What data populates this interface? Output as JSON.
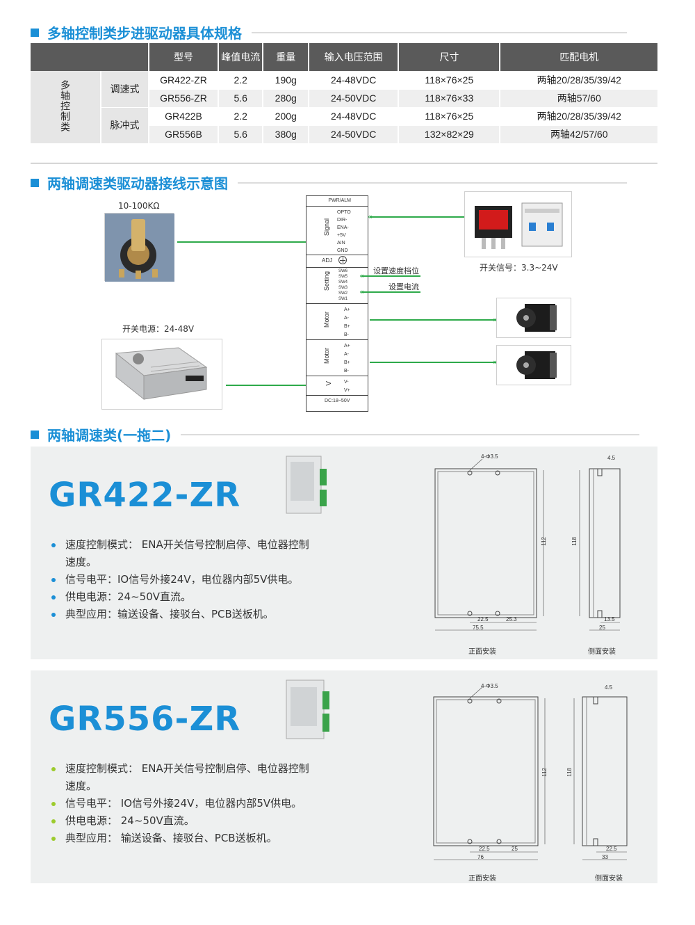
{
  "sections": {
    "spec_title": "多轴控制类步进驱动器具体规格",
    "wiring_title": "两轴调速类驱动器接线示意图",
    "product_title": "两轴调速类(一拖二)"
  },
  "spec_table": {
    "headers": [
      "型号",
      "峰值电流",
      "重量",
      "输入电压范围",
      "尺寸",
      "匹配电机"
    ],
    "category": "多轴控制类",
    "groups": [
      {
        "name": "调速式",
        "rows": [
          {
            "model": "GR422-ZR",
            "current": "2.2",
            "weight": "190g",
            "voltage": "24-48VDC",
            "size": "118×76×25",
            "motor": "两轴20/28/35/39/42"
          },
          {
            "model": "GR556-ZR",
            "current": "5.6",
            "weight": "280g",
            "voltage": "24-50VDC",
            "size": "118×76×33",
            "motor": "两轴57/60"
          }
        ]
      },
      {
        "name": "脉冲式",
        "rows": [
          {
            "model": "GR422B",
            "current": "2.2",
            "weight": "200g",
            "voltage": "24-48VDC",
            "size": "118×76×25",
            "motor": "两轴20/28/35/39/42"
          },
          {
            "model": "GR556B",
            "current": "5.6",
            "weight": "380g",
            "voltage": "24-50VDC",
            "size": "132×82×29",
            "motor": "两轴42/57/60"
          }
        ]
      }
    ]
  },
  "wiring": {
    "pot_label": "10-100KΩ",
    "psu_label": "开关电源：24-48V",
    "switch_label": "开关信号：3.3~24V",
    "speed_label": "设置速度档位",
    "current_label": "设置电流",
    "driver": {
      "top": "PWR/ALM",
      "signal_group": "Signal",
      "signal_pins": [
        "OPTO",
        "DIR-",
        "ENA-",
        "+5V",
        "AIN",
        "GND"
      ],
      "adj": "ADJ",
      "setting_group": "Setting",
      "setting_pins": [
        "SW6",
        "SW5",
        "SW4",
        "SW3",
        "SW2",
        "SW1"
      ],
      "motor_group": "Motor",
      "motor_pins": [
        "A+",
        "A-",
        "B+",
        "B-"
      ],
      "power_group": "V",
      "power_pins": [
        "V-",
        "V+"
      ],
      "bottom": "DC:18~50V"
    }
  },
  "products": [
    {
      "model": "GR422-ZR",
      "dot_color": "#1b8fd6",
      "features": [
        "速度控制模式： ENA开关信号控制启停、电位器控制速度。",
        "信号电平：IO信号外接24V，电位器内部5V供电。",
        "供电电源：24~50V直流。",
        "典型应用：输送设备、接驳台、PCB送板机。"
      ],
      "front_caption": "正面安装",
      "side_caption": "侧面安装",
      "dims": {
        "hole": "4-Φ3.5",
        "h1": "112",
        "h2": "118",
        "b1": "22.5",
        "b2": "25.3",
        "w": "75.5",
        "s1": "4.5",
        "s2": "13.5",
        "s3": "25"
      }
    },
    {
      "model": "GR556-ZR",
      "dot_color": "#9ccb2c",
      "features": [
        "速度控制模式： ENA开关信号控制启停、电位器控制速度。",
        "信号电平： IO信号外接24V，电位器内部5V供电。",
        "供电电源： 24~50V直流。",
        "典型应用： 输送设备、接驳台、PCB送板机。"
      ],
      "front_caption": "正面安装",
      "side_caption": "侧面安装",
      "dims": {
        "hole": "4-Φ3.5",
        "h1": "112",
        "h2": "118",
        "b1": "22.5",
        "b2": "25",
        "w": "76",
        "s1": "4.5",
        "s2": "22.5",
        "s3": "33"
      }
    }
  ]
}
